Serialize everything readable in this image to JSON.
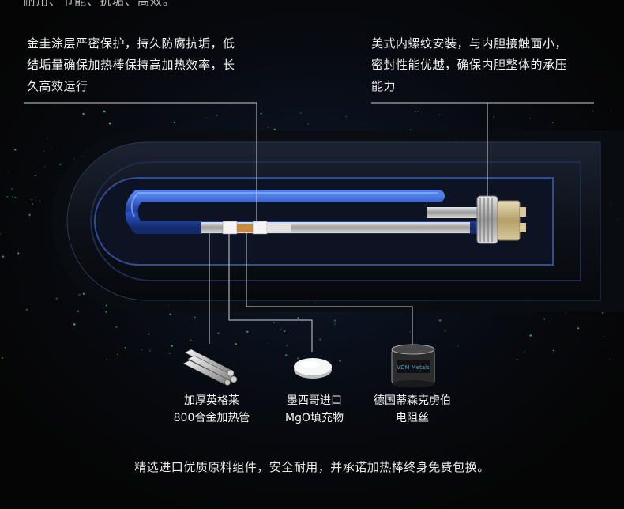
{
  "top_partial_text": "耐用、节能、抗垢、高效。",
  "callouts": {
    "left": [
      "金圭涂层严密保护，持久防腐抗垢，低",
      "结垢量确保加热棒保持高加热效率，长",
      "久高效运行"
    ],
    "right": [
      "美式内螺纹安装，与内胆接触面小，",
      "密封性能优越，确保内胆整体的承压",
      "能力"
    ]
  },
  "materials": [
    {
      "icon": "steel-pipes-icon",
      "line1": "加厚英格莱",
      "line2": "800合金加热管"
    },
    {
      "icon": "mgo-tablet-icon",
      "line1": "墨西哥进口",
      "line2": "MgO填充物"
    },
    {
      "icon": "wire-spool-icon",
      "line1": "德国蒂森克虏伯",
      "line2": "电阻丝",
      "label": "VDM Metals"
    }
  ],
  "footer": "精选进口优质原料组件，安全耐用，并承诺加热棒终身免费包换。",
  "colors": {
    "background": "#060606",
    "tube": "#2a55c8",
    "glow": "#3fd16a",
    "text": "#f0f0f0"
  }
}
